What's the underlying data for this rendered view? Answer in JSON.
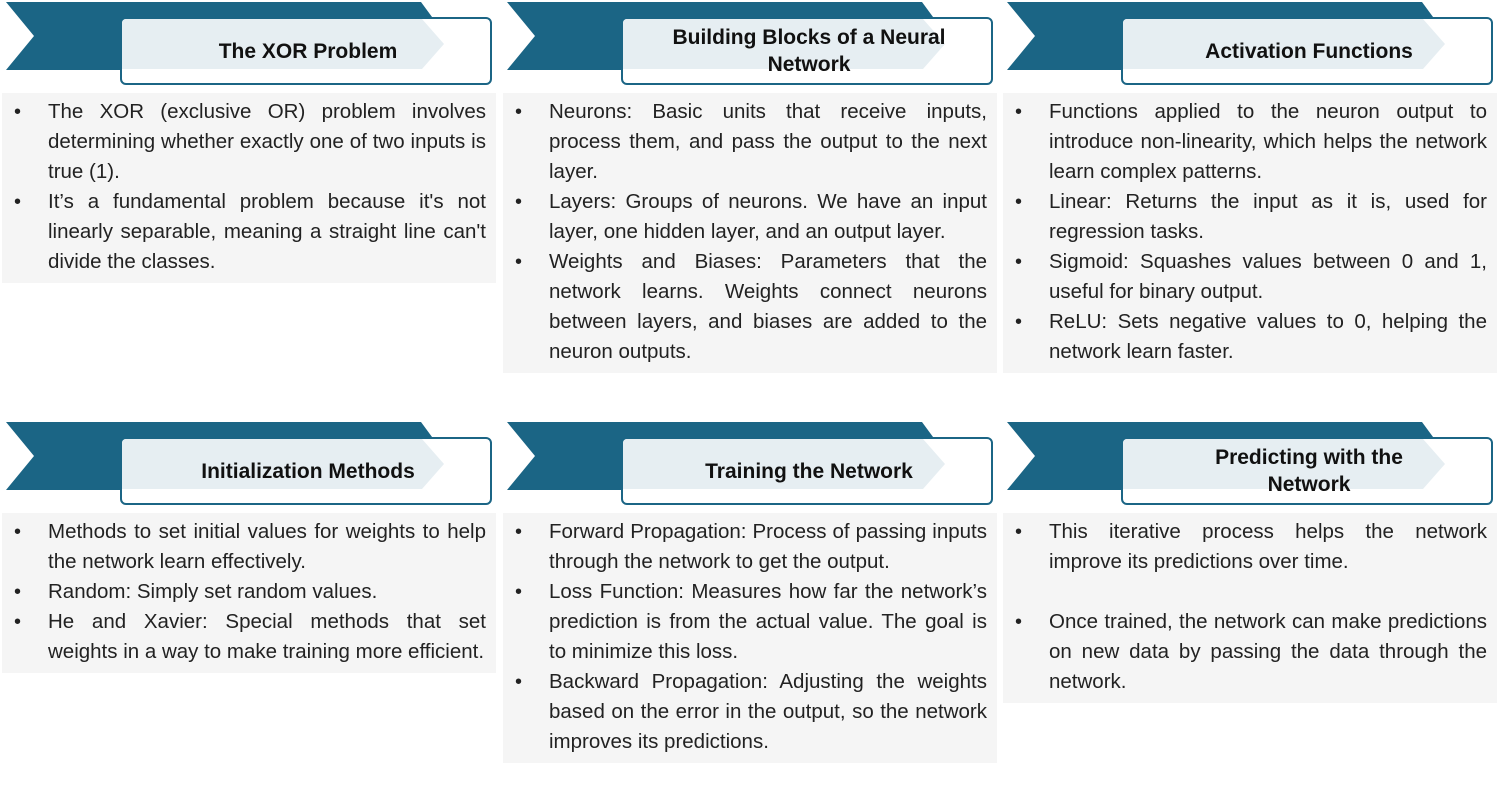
{
  "colors": {
    "ribbon": "#1b6585",
    "title_border": "#1b6585",
    "title_fill": "#e6eef2",
    "body_bg": "#f5f5f5"
  },
  "cards": [
    {
      "title": "The XOR Problem",
      "items": [
        "The XOR (exclusive OR) problem involves determining whether exactly one of two inputs is true (1).",
        "It’s a fundamental problem because it's not linearly separable, meaning a straight line can't divide the classes."
      ]
    },
    {
      "title": "Building Blocks of a Neural Network",
      "items": [
        "Neurons: Basic units that receive inputs, process them, and pass the output to the next layer.",
        "Layers: Groups of neurons. We have an input layer, one hidden layer, and an output layer.",
        "Weights and Biases: Parameters that the network learns. Weights connect neurons between layers, and biases are added to the neuron outputs."
      ]
    },
    {
      "title": "Activation Functions",
      "items": [
        "Functions applied to the neuron output to introduce non-linearity, which helps the network learn complex patterns.",
        "Linear: Returns the input as it is, used for regression tasks.",
        "Sigmoid: Squashes values between 0 and 1, useful for binary output.",
        "ReLU: Sets negative values to 0, helping the network learn faster."
      ]
    },
    {
      "title": "Initialization Methods",
      "items": [
        "Methods to set initial values for weights to help the network learn effectively.",
        "Random: Simply set random values.",
        "He and Xavier: Special methods that set weights in a way to make training more efficient."
      ]
    },
    {
      "title": "Training the Network",
      "items": [
        "Forward Propagation: Process of passing inputs through the network to get the output.",
        "Loss Function: Measures how far the network’s prediction is from the actual value. The goal is to minimize this loss.",
        "Backward Propagation: Adjusting the weights based on the error in the output, so the network improves its predictions."
      ]
    },
    {
      "title": "Predicting with the Network",
      "items": [
        "This iterative process helps the network improve its predictions over time.",
        "Once trained, the network can make predictions on new data by passing the data through the network."
      ]
    }
  ]
}
